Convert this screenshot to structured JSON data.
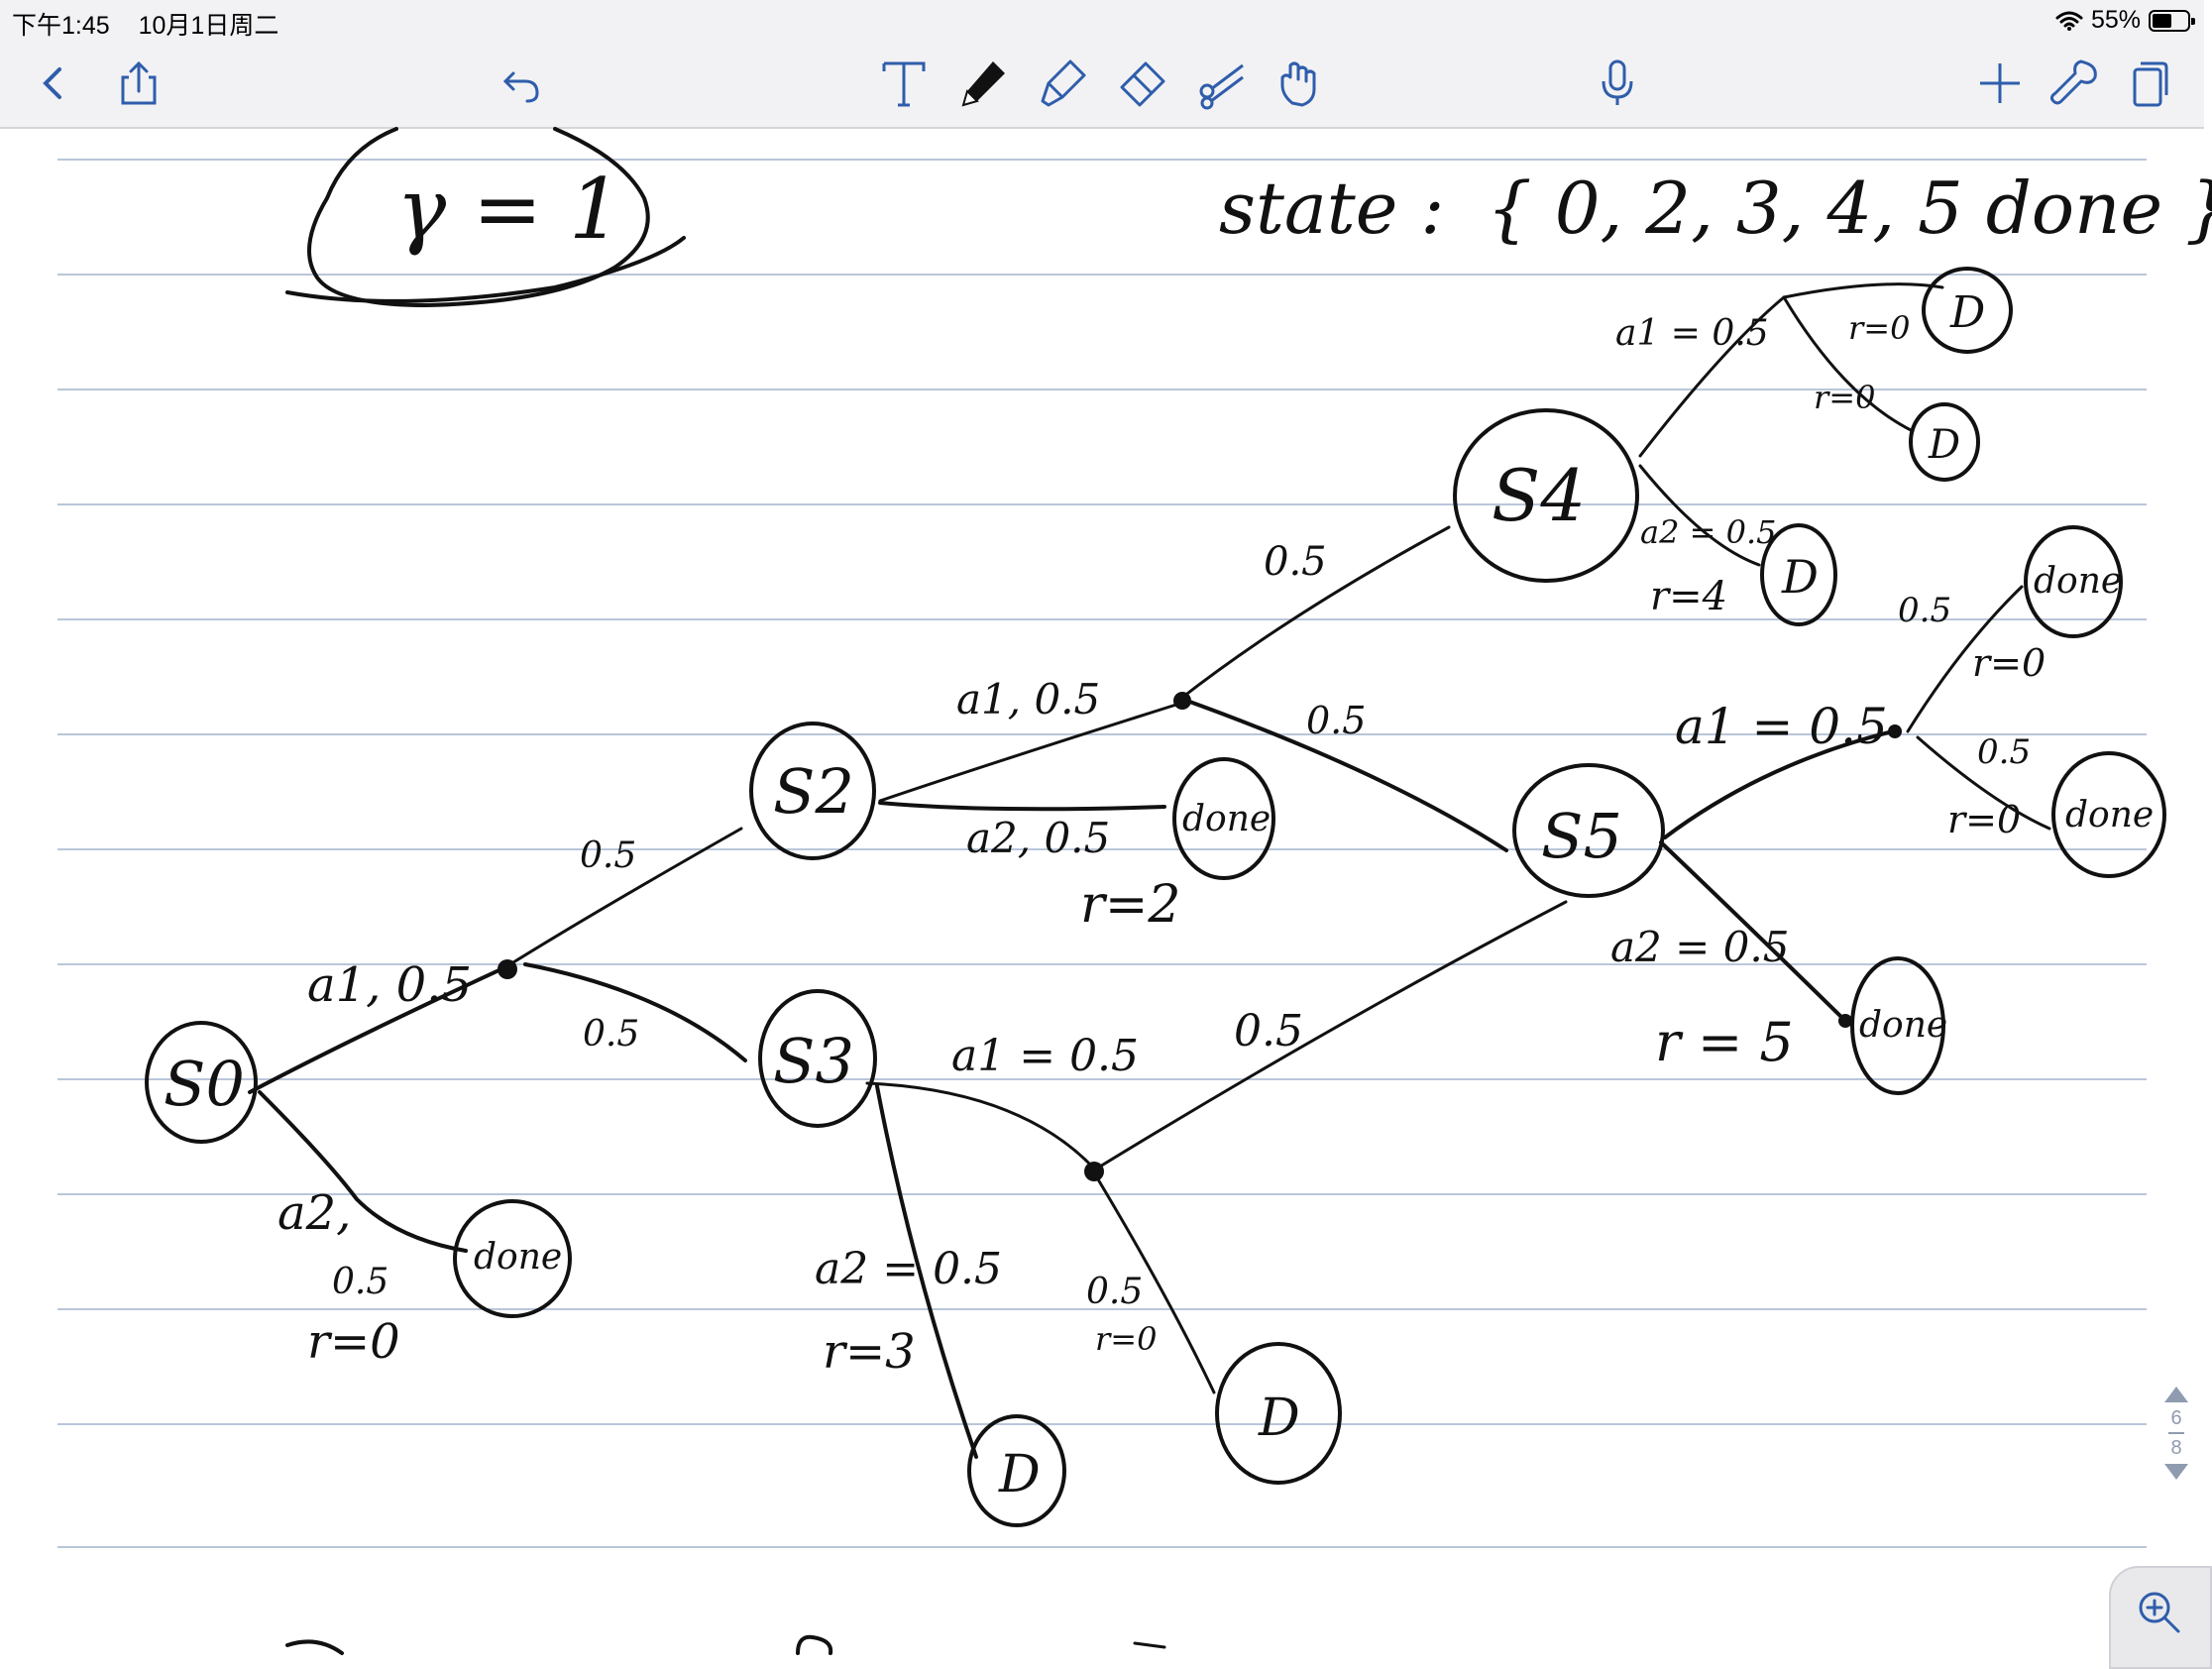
{
  "status_bar": {
    "time": "下午1:45",
    "date": "10月1日周二",
    "battery_percent": "55%",
    "battery_level": 0.55,
    "wifi_icon": "wifi-icon",
    "battery_icon": "battery-icon"
  },
  "toolbar": {
    "left": [
      "back-icon",
      "share-icon",
      "undo-icon"
    ],
    "center": [
      "text-tool-icon",
      "pen-tool-icon",
      "highlighter-icon",
      "eraser-icon",
      "lasso-icon",
      "hand-icon",
      "microphone-icon"
    ],
    "right": [
      "add-icon",
      "wrench-icon",
      "pages-icon"
    ],
    "accent_color": "#2f5dab",
    "active_tool": "pen-tool-icon"
  },
  "note": {
    "handwriting": {
      "gamma": "γ = 1",
      "states_label": "state :",
      "states_values": "{ 0, 2, 3, 4, 5 done }",
      "s0": "S0",
      "s2": "S2",
      "s3": "S3",
      "s4": "S4",
      "s5": "S5",
      "done": "done",
      "d": "D",
      "s0_a1": "a1, 0.5",
      "s0_a2": "a2,",
      "s0_a2_p": "0.5",
      "s0_a2_r": "r=0",
      "p_0_5": "0.5",
      "s2_a1": "a1, 0.5",
      "s2_a2": "a2, 0.5",
      "s2_a2_r": "r=2",
      "s3_a1": "a1 = 0.5",
      "s3_a2": "a2 = 0.5",
      "s3_a2_r": "r=3",
      "s3_a1_r": "r=0",
      "s4_a1": "a1 = 0.5",
      "s4_a2": "a2 = 0.5",
      "s4_a2_r": "r=4",
      "r_0": "r=0",
      "s5_a1": "a1 = 0.5",
      "s5_a2": "a2 = 0.5",
      "s5_a2_r": "r = 5"
    }
  },
  "page_nav": {
    "current": "6",
    "total": "8"
  },
  "zoom": {
    "icon": "zoom-in-icon"
  }
}
